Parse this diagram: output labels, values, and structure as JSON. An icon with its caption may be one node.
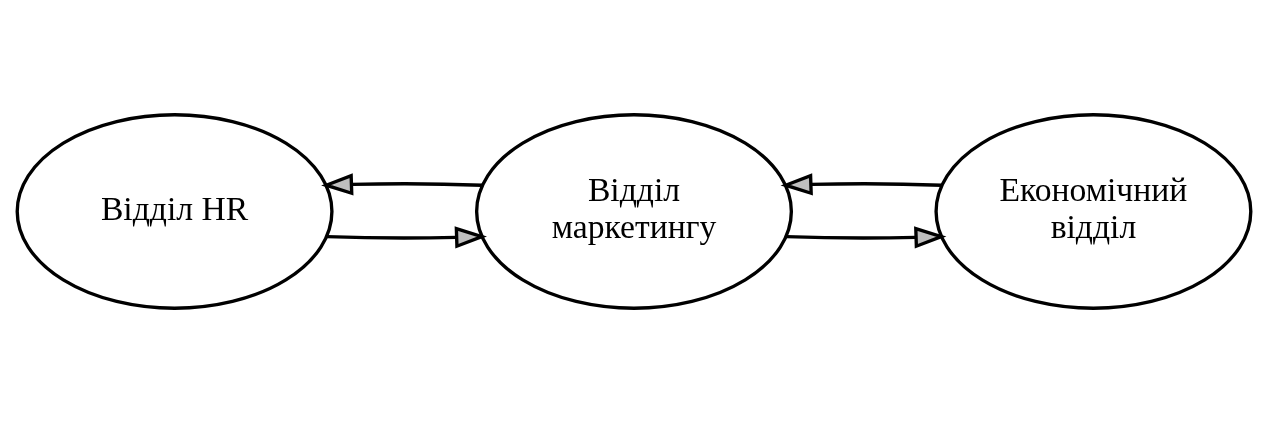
{
  "diagram": {
    "nodes": [
      {
        "text": [
          "Відділ HR"
        ]
      },
      {
        "text": [
          "Відділ маркетингу"
        ]
      },
      {
        "text": [
          "Економічний відділ"
        ]
      }
    ],
    "edges": [
      {
        "from": 0,
        "to": 1,
        "arrow": "to"
      },
      {
        "from": 1,
        "to": 2,
        "arrow": "to"
      },
      {
        "from": 1,
        "to": 0,
        "arrow": "to"
      },
      {
        "from": 2,
        "to": 1,
        "arrow": "to"
      }
    ]
  }
}
